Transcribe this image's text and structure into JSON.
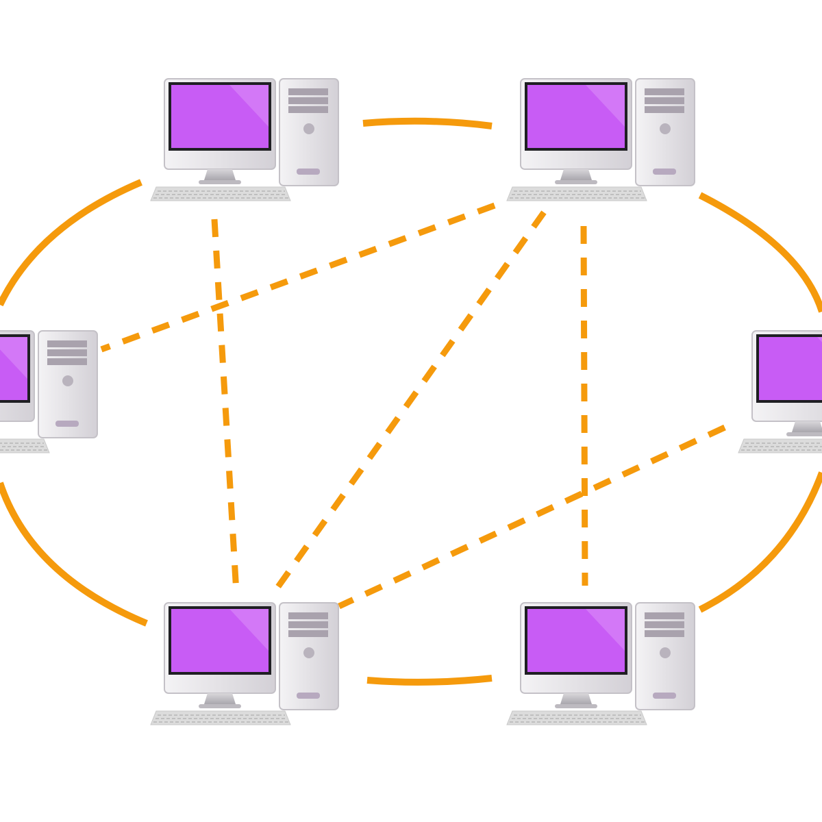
{
  "diagram": {
    "colors": {
      "background": "#ffffff",
      "link": "#f59a0c",
      "screen": "#c85cf5",
      "screen_highlight": "#dd8ff8",
      "case_body": "#e8e6ea",
      "case_shadow": "#c9c6cc",
      "vent": "#a9a2ad",
      "button": "#b9b3bd",
      "slot": "#b7a9bf",
      "keyboard": "#dcdcdc",
      "bezel": "#1f1f23"
    },
    "icon": "desktop-computer-icon",
    "nodes": [
      {
        "id": "top-left",
        "type": "desktop-computer"
      },
      {
        "id": "top-right",
        "type": "desktop-computer"
      },
      {
        "id": "left",
        "type": "desktop-computer"
      },
      {
        "id": "right",
        "type": "desktop-computer"
      },
      {
        "id": "bottom-left",
        "type": "desktop-computer"
      },
      {
        "id": "bottom-right",
        "type": "desktop-computer"
      }
    ],
    "links": [
      {
        "from": "top-left",
        "to": "top-right",
        "style": "solid"
      },
      {
        "from": "top-right",
        "to": "right",
        "style": "solid"
      },
      {
        "from": "right",
        "to": "bottom-right",
        "style": "solid"
      },
      {
        "from": "bottom-right",
        "to": "bottom-left",
        "style": "solid"
      },
      {
        "from": "bottom-left",
        "to": "left",
        "style": "solid"
      },
      {
        "from": "left",
        "to": "top-left",
        "style": "solid"
      },
      {
        "from": "top-left",
        "to": "bottom-left",
        "style": "dashed"
      },
      {
        "from": "top-right",
        "to": "left",
        "style": "dashed"
      },
      {
        "from": "top-right",
        "to": "bottom-left",
        "style": "dashed"
      },
      {
        "from": "top-right",
        "to": "bottom-right",
        "style": "dashed"
      },
      {
        "from": "right",
        "to": "bottom-left",
        "style": "dashed"
      }
    ]
  }
}
